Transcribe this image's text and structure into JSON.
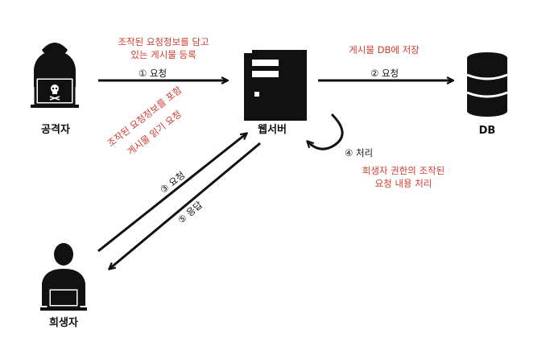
{
  "colors": {
    "ink": "#111111",
    "annotation": "#d23b2f"
  },
  "nodes": {
    "attacker": {
      "label": "공격자",
      "icon": "hooded-hacker-laptop-icon"
    },
    "webserver": {
      "label": "웹서버",
      "icon": "server-tower-icon"
    },
    "db": {
      "label": "DB",
      "icon": "database-cylinder-icon"
    },
    "victim": {
      "label": "희생자",
      "icon": "user-laptop-icon"
    }
  },
  "edges": {
    "step1": {
      "label": "① 요청",
      "note_line1": "조작된 요청정보를 담고",
      "note_line2": "있는 게시물 등록"
    },
    "step2": {
      "label": "② 요청",
      "note": "게시물 DB에 저장"
    },
    "step3": {
      "label": "③ 요청",
      "note_line1": "조작된 요청정보를 포함",
      "note_line2": "게시물 읽기 요청"
    },
    "step4": {
      "label": "④ 처리",
      "note_line1": "희생자 권한의 조작된",
      "note_line2": "요청 내용 처리"
    },
    "step5": {
      "label": "⑤ 응답"
    }
  }
}
